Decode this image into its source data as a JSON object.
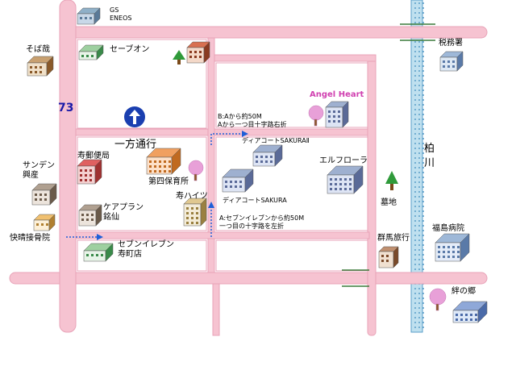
{
  "map": {
    "route_number": "73",
    "river_name": "柏\n川",
    "colors": {
      "road": "#f6c3d1",
      "road_edge": "#e8a3b8",
      "river": "#bfe0ef",
      "river_dots": "#5a9ec8",
      "arrow": "#1f5fd8",
      "direction_sign": "#1a3fb0"
    },
    "one_way_label": "一方通行",
    "directions": {
      "b": "B:Aから約50M\nAから一つ目十字路右折",
      "a": "A:セブンイレブンから約50M\n一つ目の十字路を左折"
    },
    "landmarks": [
      {
        "id": "gs-eneos",
        "label": "GS\nENEOS",
        "icon": "gas-station-icon"
      },
      {
        "id": "seven-oh",
        "label": "セーブオン",
        "icon": "convenience-store-icon"
      },
      {
        "id": "tax-office",
        "label": "税務署",
        "icon": "office-building-icon"
      },
      {
        "id": "soba",
        "label": "そば哉",
        "icon": "restaurant-icon"
      },
      {
        "id": "angel-heart",
        "label": "Angel Heart",
        "icon": "apartment-icon"
      },
      {
        "id": "post-office",
        "label": "寿郵便局",
        "icon": "post-office-icon"
      },
      {
        "id": "nursery",
        "label": "第四保育所",
        "icon": "nursery-icon"
      },
      {
        "id": "diacourt-2",
        "label": "ディアコートSAKURAⅡ",
        "icon": "apartment-icon"
      },
      {
        "id": "elflora",
        "label": "エルフローラ",
        "icon": "apartment-icon"
      },
      {
        "id": "sanden",
        "label": "サンデン\n興産",
        "icon": "office-icon"
      },
      {
        "id": "diacourt",
        "label": "ディアコートSAKURA",
        "icon": "apartment-icon"
      },
      {
        "id": "kotobuki-heights",
        "label": "寿ハイツ",
        "icon": "apartment-icon"
      },
      {
        "id": "careplan",
        "label": "ケアプラン\n銘仙",
        "icon": "office-icon"
      },
      {
        "id": "cemetery",
        "label": "墓地",
        "icon": "tree-icon"
      },
      {
        "id": "fukushima-hospital",
        "label": "福島病院",
        "icon": "hospital-icon"
      },
      {
        "id": "kaisei",
        "label": "快晴接骨院",
        "icon": "clinic-icon"
      },
      {
        "id": "seven-eleven",
        "label": "セブンイレブン\n寿町店",
        "icon": "convenience-store-icon"
      },
      {
        "id": "gunma-travel",
        "label": "群馬旅行",
        "icon": "office-icon"
      },
      {
        "id": "kizuna",
        "label": "絆の郷",
        "icon": "care-home-icon"
      }
    ]
  }
}
